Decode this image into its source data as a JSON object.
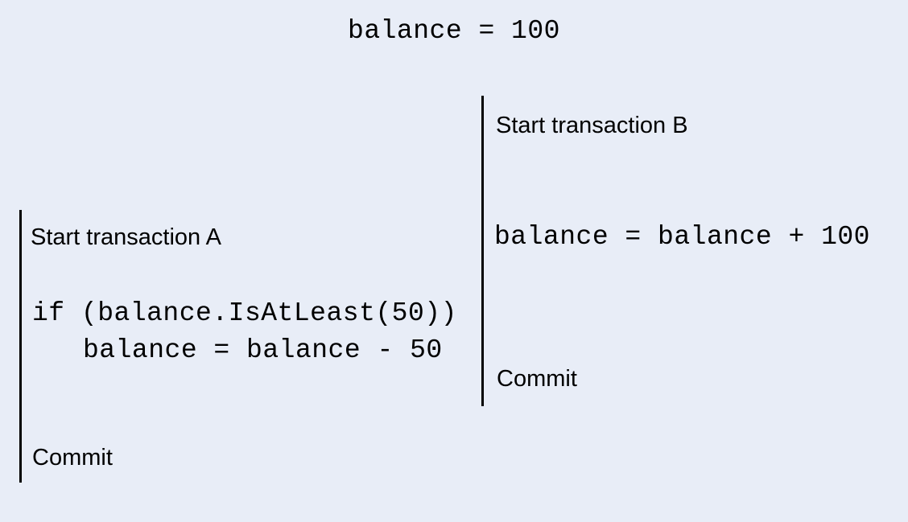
{
  "diagram": {
    "description": "Concurrent transactions race condition diagram",
    "background_color": "#e8edf7",
    "line_color": "#000000",
    "text_color": "#000000",
    "title": "balance = 100",
    "transaction_a": {
      "start_label": "Start transaction A",
      "code_line1": "if (balance.IsAtLeast(50))",
      "code_line2": "balance = balance - 50",
      "commit_label": "Commit"
    },
    "transaction_b": {
      "start_label": "Start transaction B",
      "code_line1": "balance = balance + 100",
      "commit_label": "Commit"
    }
  }
}
